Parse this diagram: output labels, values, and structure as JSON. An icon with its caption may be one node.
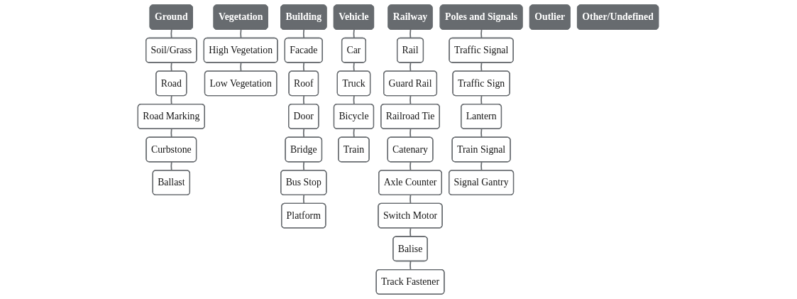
{
  "diagram": {
    "nodes": [
      {
        "text": [
          "Ground"
        ]
      },
      {
        "text": [
          "Soil/Grass"
        ]
      },
      {
        "text": [
          "Road"
        ]
      },
      {
        "text": [
          "Road Marking"
        ]
      },
      {
        "text": [
          "Curbstone"
        ]
      },
      {
        "text": [
          "Ballast"
        ]
      },
      {
        "text": [
          "Vegetation"
        ]
      },
      {
        "text": [
          "High Vegetation"
        ]
      },
      {
        "text": [
          "Low Vegetation"
        ]
      },
      {
        "text": [
          "Building"
        ]
      },
      {
        "text": [
          "Facade"
        ]
      },
      {
        "text": [
          "Roof"
        ]
      },
      {
        "text": [
          "Door"
        ]
      },
      {
        "text": [
          "Bridge"
        ]
      },
      {
        "text": [
          "Bus Stop"
        ]
      },
      {
        "text": [
          "Platform"
        ]
      },
      {
        "text": [
          "Vehicle"
        ]
      },
      {
        "text": [
          "Car"
        ]
      },
      {
        "text": [
          "Truck"
        ]
      },
      {
        "text": [
          "Bicycle"
        ]
      },
      {
        "text": [
          "Train"
        ]
      },
      {
        "text": [
          "Railway"
        ]
      },
      {
        "text": [
          "Rail"
        ]
      },
      {
        "text": [
          "Guard Rail"
        ]
      },
      {
        "text": [
          "Railroad Tie"
        ]
      },
      {
        "text": [
          "Catenary"
        ]
      },
      {
        "text": [
          "Axle Counter"
        ]
      },
      {
        "text": [
          "Switch Motor"
        ]
      },
      {
        "text": [
          "Balise"
        ]
      },
      {
        "text": [
          "Track Fastener"
        ]
      },
      {
        "text": [
          "Poles and Signals"
        ]
      },
      {
        "text": [
          "Traffic Signal"
        ]
      },
      {
        "text": [
          "Traffic Sign"
        ]
      },
      {
        "text": [
          "Lantern"
        ]
      },
      {
        "text": [
          "Train Signal"
        ]
      },
      {
        "text": [
          "Signal Gantry"
        ]
      },
      {
        "text": [
          "Outlier"
        ]
      },
      {
        "text": [
          "Other/Undefined"
        ]
      }
    ],
    "edges": [
      {
        "from": 0,
        "to": 1,
        "arrow": "none"
      },
      {
        "from": 1,
        "to": 2,
        "arrow": "none"
      },
      {
        "from": 2,
        "to": 3,
        "arrow": "none"
      },
      {
        "from": 3,
        "to": 4,
        "arrow": "none"
      },
      {
        "from": 4,
        "to": 5,
        "arrow": "none"
      },
      {
        "from": 6,
        "to": 7,
        "arrow": "none"
      },
      {
        "from": 7,
        "to": 8,
        "arrow": "none"
      },
      {
        "from": 9,
        "to": 10,
        "arrow": "none"
      },
      {
        "from": 10,
        "to": 11,
        "arrow": "none"
      },
      {
        "from": 11,
        "to": 12,
        "arrow": "none"
      },
      {
        "from": 12,
        "to": 13,
        "arrow": "none"
      },
      {
        "from": 13,
        "to": 14,
        "arrow": "none"
      },
      {
        "from": 14,
        "to": 15,
        "arrow": "none"
      },
      {
        "from": 16,
        "to": 17,
        "arrow": "none"
      },
      {
        "from": 17,
        "to": 18,
        "arrow": "none"
      },
      {
        "from": 18,
        "to": 19,
        "arrow": "none"
      },
      {
        "from": 19,
        "to": 20,
        "arrow": "none"
      },
      {
        "from": 21,
        "to": 22,
        "arrow": "none"
      },
      {
        "from": 22,
        "to": 23,
        "arrow": "none"
      },
      {
        "from": 23,
        "to": 24,
        "arrow": "none"
      },
      {
        "from": 24,
        "to": 25,
        "arrow": "none"
      },
      {
        "from": 25,
        "to": 26,
        "arrow": "none"
      },
      {
        "from": 26,
        "to": 27,
        "arrow": "none"
      },
      {
        "from": 27,
        "to": 28,
        "arrow": "none"
      },
      {
        "from": 28,
        "to": 29,
        "arrow": "none"
      },
      {
        "from": 30,
        "to": 31,
        "arrow": "none"
      },
      {
        "from": 31,
        "to": 32,
        "arrow": "none"
      },
      {
        "from": 32,
        "to": 33,
        "arrow": "none"
      },
      {
        "from": 33,
        "to": 34,
        "arrow": "none"
      },
      {
        "from": 34,
        "to": 35,
        "arrow": "none"
      }
    ]
  }
}
